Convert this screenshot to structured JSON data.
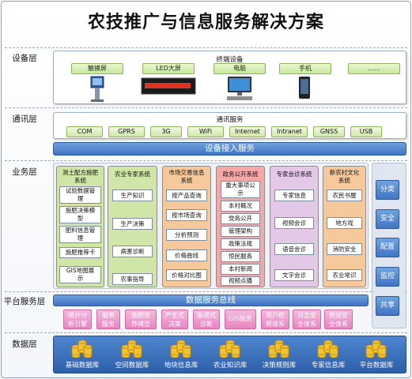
{
  "title": "农技推广与信息服务解决方案",
  "layers": {
    "device": "设备层",
    "comm": "通讯层",
    "business": "业务层",
    "platform": "平台服务层",
    "data": "数据层"
  },
  "terminal": {
    "title": "终端设备",
    "items": [
      "触摸屏",
      "LED大屏",
      "电脑",
      "手机",
      "……"
    ]
  },
  "comm": {
    "title": "通讯服务",
    "items": [
      "COM",
      "GPRS",
      "3G",
      "WiFi",
      "Internet",
      "Intranet",
      "GNSS",
      "USB"
    ]
  },
  "access_bar": "设备接入服务",
  "business": {
    "columns": [
      {
        "title": "测土配方施肥\n系统",
        "items": [
          "试验数据管\n理",
          "施肥决策模\n型",
          "肥料信息管\n理",
          "施肥推荐卡",
          "GIS地图展\n示"
        ]
      },
      {
        "title": "农业专家系统",
        "items": [
          "生产知识",
          "生产决策",
          "病害诊断",
          "农事指导"
        ]
      },
      {
        "title": "市场交易信息\n系统",
        "items": [
          "按产品查询",
          "按市场查询",
          "分析预测",
          "价格曲线",
          "价格对比图"
        ]
      },
      {
        "title": "政务公开系统",
        "items": [
          "重大事项公\n示",
          "本村概况",
          "党务公开",
          "管理架构",
          "政策法规",
          "惊民服务",
          "本村新闻",
          "视频点播"
        ]
      },
      {
        "title": "专家会诊系统",
        "items": [
          "专家信息",
          "视频会诊",
          "语音会诊",
          "文字会诊"
        ]
      },
      {
        "title": "新农村文化\n系统",
        "items": [
          "农民书屋",
          "地方戏",
          "消防安全",
          "农业常识"
        ]
      }
    ],
    "colors": [
      "#cfe6a8",
      "#cfe6a8",
      "#f5c99b",
      "#f5a8a8",
      "#e3c8e8",
      "#f5c99b"
    ]
  },
  "right_buttons": [
    "分类",
    "安全",
    "配置",
    "监控",
    "共享"
  ],
  "data_bus": "数据服务总线",
  "platform_services": [
    "统计分\n析引擎",
    "报表\n服务",
    "施肥推\n荐模型",
    "产生式\n决策",
    "渐进式\n诊断",
    "GIS服务",
    "用户权\n限体系",
    "日志安\n全体系",
    "数据安\n全体系"
  ],
  "databases": [
    "基础数据库",
    "空间数据库",
    "地块信息库",
    "农业知识库",
    "决策规则库",
    "专家信息库",
    "平台数据库"
  ]
}
